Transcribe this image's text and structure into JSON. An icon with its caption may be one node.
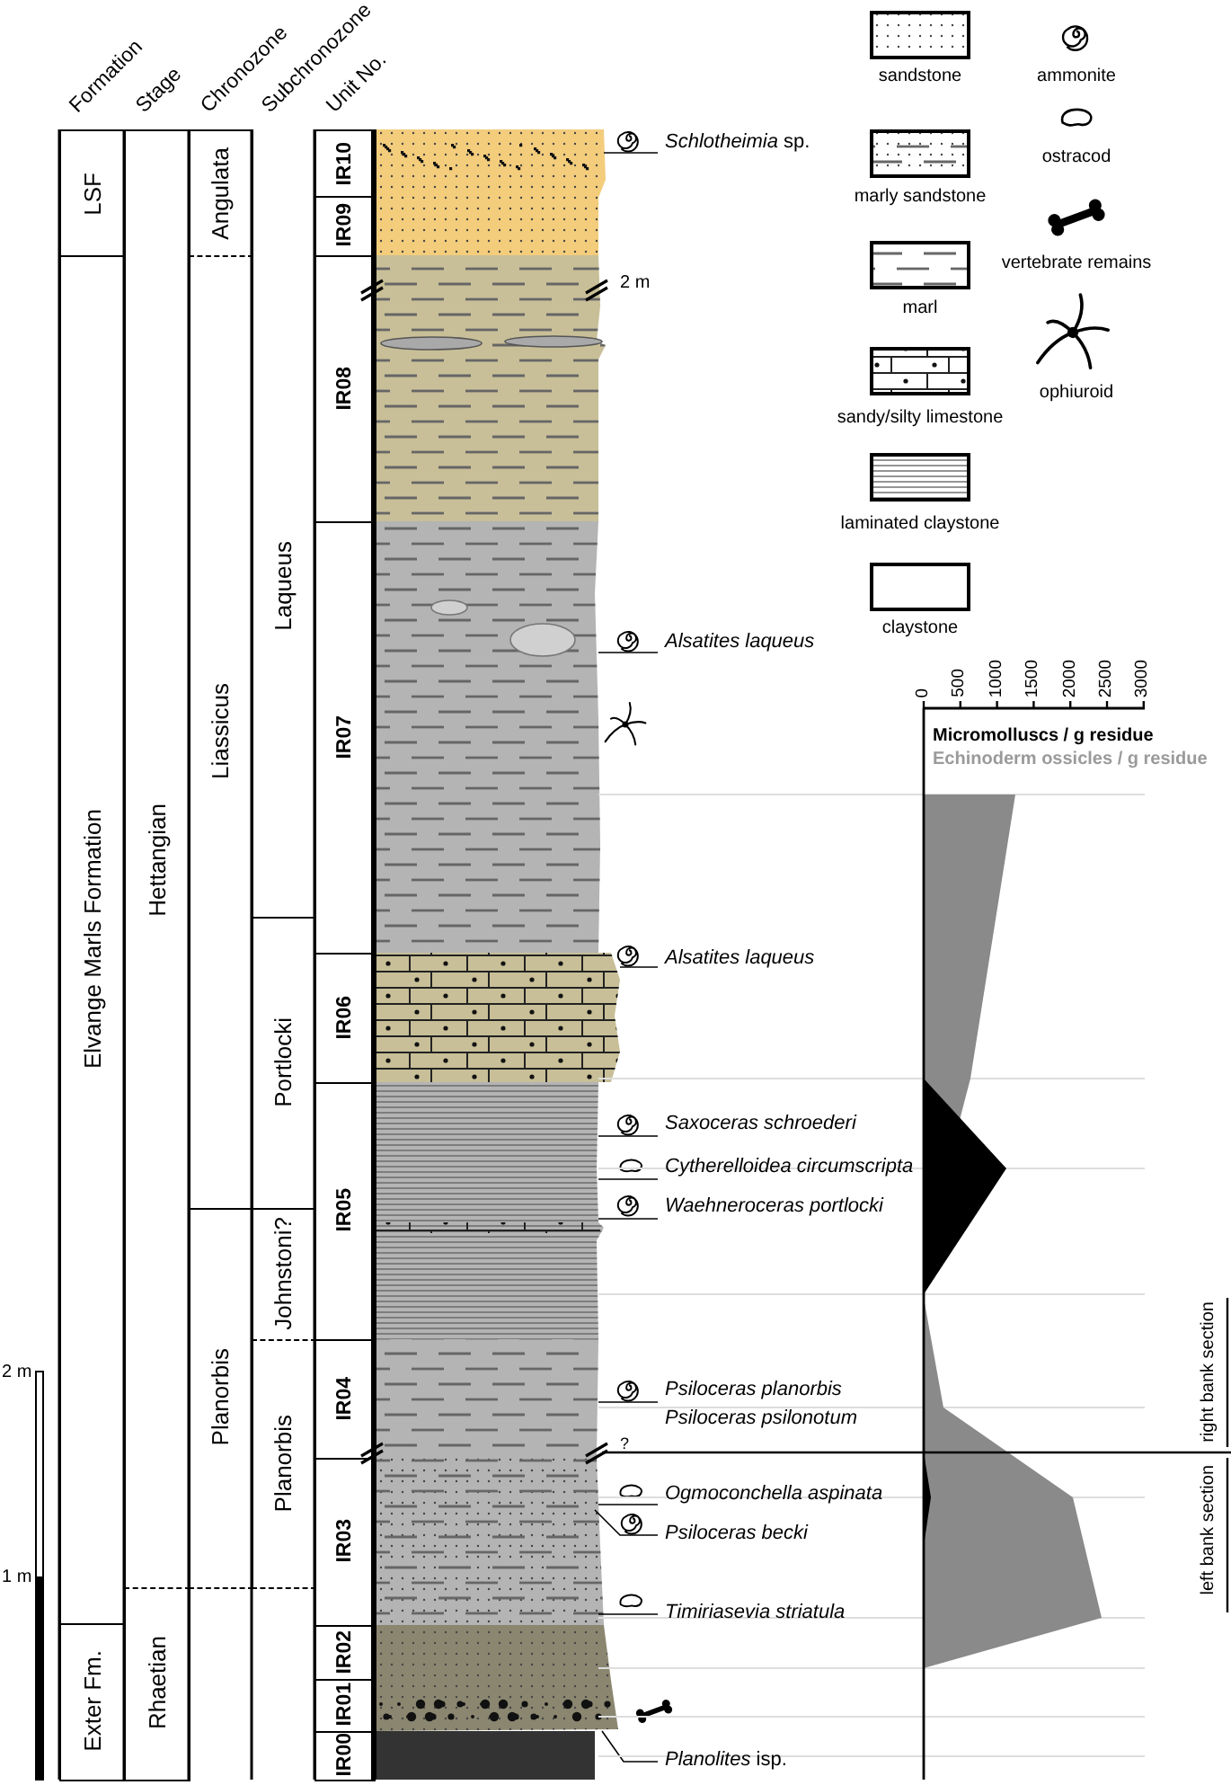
{
  "diagram": {
    "nodes": [
      {
        "text": [
          "LSF"
        ]
      },
      {
        "text": [
          "Elvange Marls Formation"
        ]
      },
      {
        "text": [
          "Exter Fm."
        ]
      },
      {
        "text": [
          "Hettangian"
        ]
      },
      {
        "text": [
          "Rhaetian"
        ]
      },
      {
        "text": [
          "Angulata"
        ]
      },
      {
        "text": [
          "Liassicus"
        ]
      },
      {
        "text": [
          "Planorbis"
        ]
      },
      {
        "text": [
          "Laqueus"
        ]
      },
      {
        "text": [
          "Portlocki"
        ]
      },
      {
        "text": [
          "Johnstoni?"
        ]
      },
      {
        "text": [
          "Planorbis"
        ]
      },
      {
        "text": [
          "IR10"
        ]
      },
      {
        "text": [
          "IR09"
        ]
      },
      {
        "text": [
          "IR08"
        ]
      },
      {
        "text": [
          "IR07"
        ]
      },
      {
        "text": [
          "IR06"
        ]
      },
      {
        "text": [
          "IR05"
        ]
      },
      {
        "text": [
          "IR04"
        ]
      },
      {
        "text": [
          "IR03"
        ]
      },
      {
        "text": [
          "IR02"
        ]
      },
      {
        "text": [
          "IR01"
        ]
      },
      {
        "text": [
          "IR00"
        ]
      }
    ],
    "labels": [
      "Formation",
      "Stage",
      "Chronozone",
      "Subchronozone",
      "Unit No.",
      "*Schlotheimia* sp.",
      "2 m",
      "Alsatites laqueus",
      "0",
      "500",
      "1000",
      "1500",
      "2000",
      "2500",
      "3000",
      "Micromolluscs / g residue",
      "Echinoderm ossicles / g residue",
      "Alsatites laqueus",
      "Saxoceras schroederi",
      "Cytherelloidea circumscripta",
      "Waehneroceras portlocki",
      "right bank section",
      "2 m",
      "Psiloceras planorbis",
      "Psiloceras psilonotum",
      "?",
      "left bank section",
      "Ogmoconchella aspinata",
      "Psiloceras becki",
      "1 m",
      "Timiriasevia striatula",
      "*Planolites* isp."
    ],
    "legend": [
      {
        "text": "sandstone"
      },
      {
        "text": "ammonite"
      },
      {
        "text": "ostracod"
      },
      {
        "text": "marly sandstone"
      },
      {
        "text": "vertebrate remains"
      },
      {
        "text": "marl"
      },
      {
        "text": "ophiuroid"
      },
      {
        "text": "sandy/silty limestone"
      },
      {
        "text": "laminated claystone"
      },
      {
        "text": "claystone"
      }
    ]
  }
}
